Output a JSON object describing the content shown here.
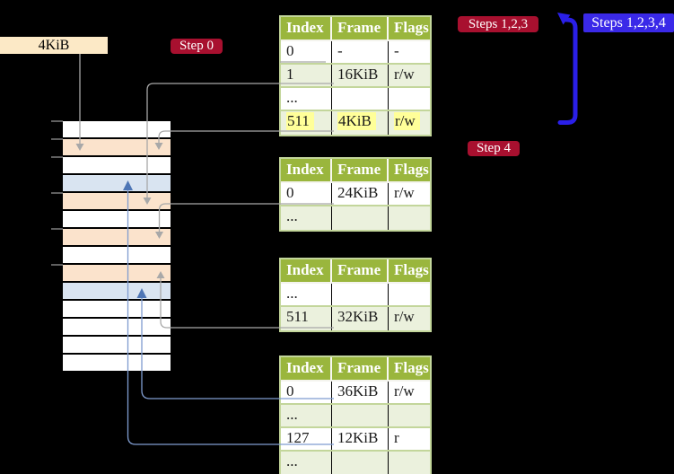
{
  "page_frame_label": "4KiB",
  "badges": {
    "step0": {
      "label": "Step 0"
    },
    "steps123": {
      "label": "Steps 1,2,3"
    },
    "steps1234": {
      "label": "Steps 1,2,3,4"
    },
    "step4": {
      "label": "Step 4"
    }
  },
  "colors": {
    "background": "#000000",
    "header_green": "#9ab63d",
    "table_border": "#c3d69b",
    "row_green": "#ebf1dd",
    "row_white": "#ffffff",
    "strip_orange": "#fbe3cc",
    "strip_blue": "#d9e4f1",
    "highlight_yellow": "#ffff99",
    "label_cream": "#fce9c6",
    "badge_red": "#a8102f",
    "badge_blue": "#3a29e8",
    "arrow_blue": "#2a1fe8",
    "connector_gray": "#a8a8a8",
    "connector_blue": "#7f9cd0",
    "connector_blue_dark": "#4d75b5",
    "tick_gray": "#7f7f7f"
  },
  "memory_strip": {
    "rows": [
      "white",
      "orange",
      "white",
      "blue",
      "orange",
      "white",
      "orange",
      "white",
      "orange",
      "blue",
      "white",
      "white",
      "white",
      "white"
    ]
  },
  "tables": [
    {
      "name": "page-table-1",
      "headers": [
        "Index",
        "Frame",
        "Flags"
      ],
      "rows": [
        {
          "cells": [
            "0",
            "-",
            "-"
          ],
          "shaded": false,
          "highlighted": false
        },
        {
          "cells": [
            "1",
            "16KiB",
            "r/w"
          ],
          "shaded": true,
          "highlighted": false
        },
        {
          "cells": [
            "...",
            "",
            ""
          ],
          "shaded": false,
          "highlighted": false
        },
        {
          "cells": [
            "511",
            "4KiB",
            "r/w"
          ],
          "shaded": true,
          "highlighted": true
        }
      ]
    },
    {
      "name": "page-table-2",
      "headers": [
        "Index",
        "Frame",
        "Flags"
      ],
      "rows": [
        {
          "cells": [
            "0",
            "24KiB",
            "r/w"
          ],
          "shaded": false,
          "highlighted": false
        },
        {
          "cells": [
            "...",
            "",
            ""
          ],
          "shaded": true,
          "highlighted": false
        }
      ]
    },
    {
      "name": "page-table-3",
      "headers": [
        "Index",
        "Frame",
        "Flags"
      ],
      "rows": [
        {
          "cells": [
            "...",
            "",
            ""
          ],
          "shaded": false,
          "highlighted": false
        },
        {
          "cells": [
            "511",
            "32KiB",
            "r/w"
          ],
          "shaded": true,
          "highlighted": false
        }
      ]
    },
    {
      "name": "page-table-4",
      "headers": [
        "Index",
        "Frame",
        "Flags"
      ],
      "rows": [
        {
          "cells": [
            "0",
            "36KiB",
            "r/w"
          ],
          "shaded": false,
          "highlighted": false
        },
        {
          "cells": [
            "...",
            "",
            ""
          ],
          "shaded": true,
          "highlighted": false
        },
        {
          "cells": [
            "127",
            "12KiB",
            "r"
          ],
          "shaded": false,
          "highlighted": false
        },
        {
          "cells": [
            "...",
            "",
            ""
          ],
          "shaded": true,
          "highlighted": false
        }
      ]
    }
  ]
}
